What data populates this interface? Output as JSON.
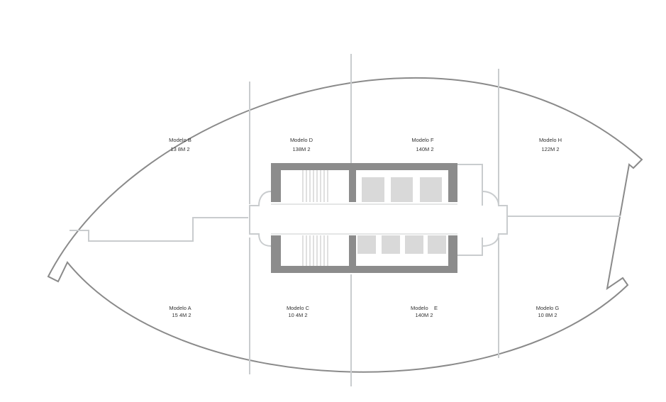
{
  "units": [
    {
      "id": "b",
      "name": "Modelo B",
      "area": "13 8M 2"
    },
    {
      "id": "d",
      "name": "Modelo D",
      "area": "138M 2"
    },
    {
      "id": "f",
      "name": "Modelo F",
      "area": "140M 2"
    },
    {
      "id": "h",
      "name": "Modelo H",
      "area": "122M 2"
    },
    {
      "id": "a",
      "name": "Modelo A",
      "area": "15 4M 2"
    },
    {
      "id": "c",
      "name": "Modelo C",
      "area": "10 4M 2"
    },
    {
      "id": "e",
      "name": "Modelo    E",
      "area": "140M 2"
    },
    {
      "id": "g",
      "name": "Modelo G",
      "area": "10 8M 2"
    }
  ],
  "colors": {
    "outline": "#8a8a8a",
    "partition": "#c9ccce",
    "core": "#8c8c8c",
    "elevator": "#d9d9d9"
  }
}
